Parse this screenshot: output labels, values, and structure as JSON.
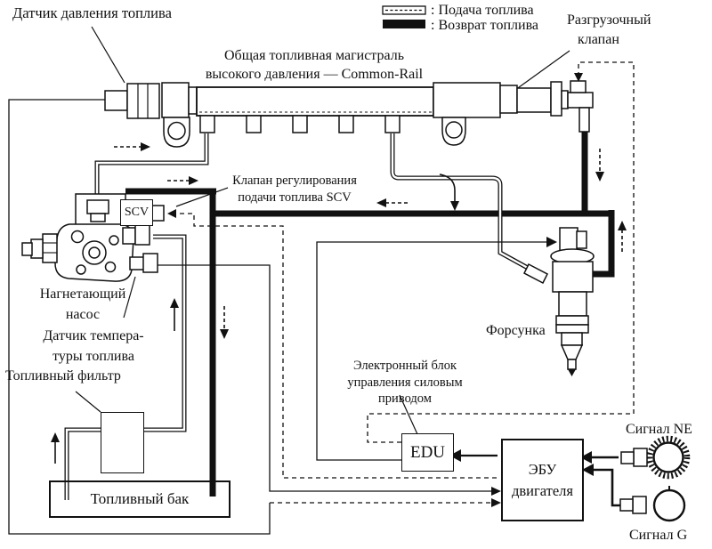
{
  "legend": {
    "supply_label": ": Подача топлива",
    "return_label": ": Возврат топлива"
  },
  "components": {
    "pressure_sensor_label": "Датчик давления топлива",
    "rail_label_line1": "Общая топливная магистраль",
    "rail_label_line2": "высокого давления — Common-Rail",
    "relief_valve_line1": "Разгрузочный",
    "relief_valve_line2": "клапан",
    "scv_callout_line1": "Клапан регулирования",
    "scv_callout_line2": "подачи топлива SCV",
    "scv_box": "SCV",
    "pump_line1": "Нагнетающий",
    "pump_line2": "насос",
    "temp_sensor_line1": "Датчик темпера-",
    "temp_sensor_line2": "туры топлива",
    "filter_label": "Топливный фильтр",
    "tank_label": "Топливный бак",
    "injector_label": "Форсунка",
    "edu_callout_line1": "Электронный блок",
    "edu_callout_line2": "управления силовым",
    "edu_callout_line3": "приводом",
    "edu_box": "EDU",
    "ecu_line1": "ЭБУ",
    "ecu_line2": "двигателя",
    "signal_ne": "Сигнал NE",
    "signal_g": "Сигнал G"
  },
  "colors": {
    "ink": "#111111",
    "background": "#ffffff"
  }
}
